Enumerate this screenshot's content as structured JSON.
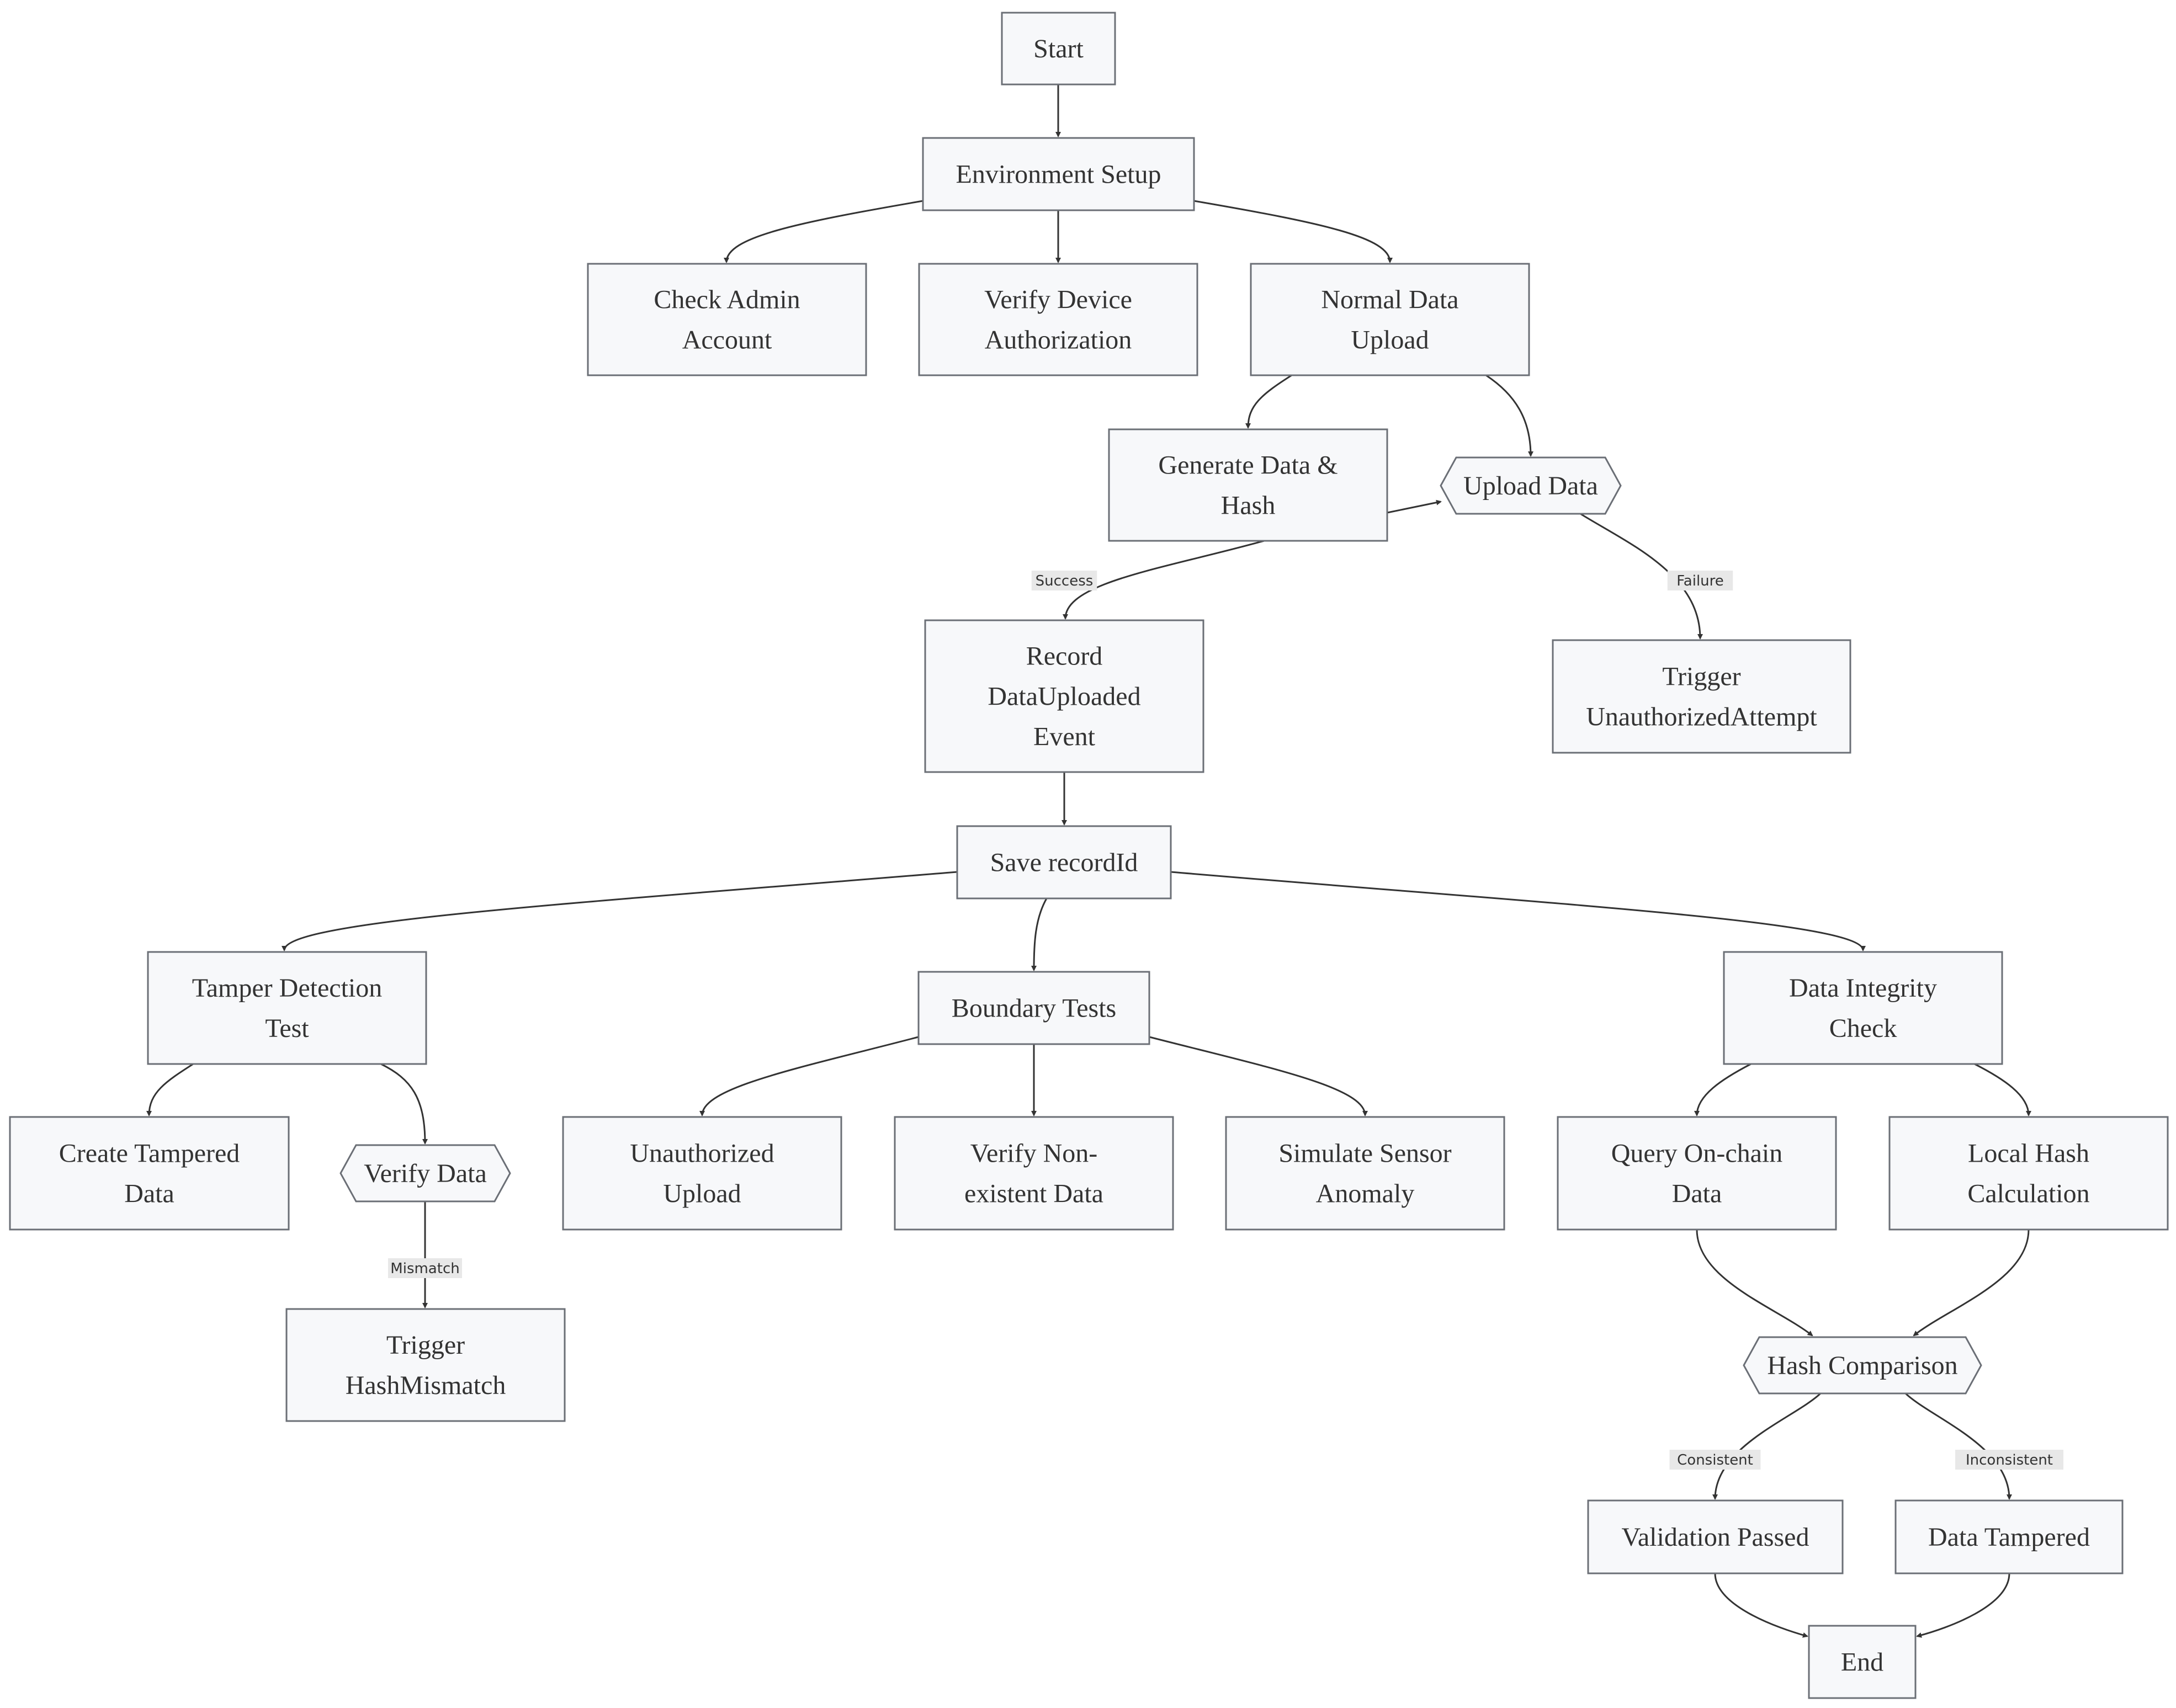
{
  "diagram": {
    "type": "flowchart",
    "nodes": [
      {
        "id": "start",
        "shape": "rect",
        "lines": [
          "Start"
        ]
      },
      {
        "id": "env",
        "shape": "rect",
        "lines": [
          "Environment Setup"
        ]
      },
      {
        "id": "admin",
        "shape": "rect",
        "lines": [
          "Check Admin",
          "Account"
        ]
      },
      {
        "id": "verify_dev",
        "shape": "rect",
        "lines": [
          "Verify Device",
          "Authorization"
        ]
      },
      {
        "id": "normal",
        "shape": "rect",
        "lines": [
          "Normal Data",
          "Upload"
        ]
      },
      {
        "id": "gen",
        "shape": "rect",
        "lines": [
          "Generate Data &",
          "Hash"
        ]
      },
      {
        "id": "upload",
        "shape": "hexagon",
        "lines": [
          "Upload Data"
        ]
      },
      {
        "id": "record",
        "shape": "rect",
        "lines": [
          "Record",
          "DataUploaded",
          "Event"
        ]
      },
      {
        "id": "unauth_attempt",
        "shape": "rect",
        "lines": [
          "Trigger",
          "UnauthorizedAttempt"
        ]
      },
      {
        "id": "save",
        "shape": "rect",
        "lines": [
          "Save recordId"
        ]
      },
      {
        "id": "tamper",
        "shape": "rect",
        "lines": [
          "Tamper Detection",
          "Test"
        ]
      },
      {
        "id": "boundary",
        "shape": "rect",
        "lines": [
          "Boundary Tests"
        ]
      },
      {
        "id": "integrity",
        "shape": "rect",
        "lines": [
          "Data Integrity",
          "Check"
        ]
      },
      {
        "id": "create_tamp",
        "shape": "rect",
        "lines": [
          "Create Tampered",
          "Data"
        ]
      },
      {
        "id": "verify_data",
        "shape": "hexagon",
        "lines": [
          "Verify Data"
        ]
      },
      {
        "id": "hash_mismatch",
        "shape": "rect",
        "lines": [
          "Trigger",
          "HashMismatch"
        ]
      },
      {
        "id": "unauth_upload",
        "shape": "rect",
        "lines": [
          "Unauthorized",
          "Upload"
        ]
      },
      {
        "id": "verify_non",
        "shape": "rect",
        "lines": [
          "Verify Non-",
          "existent Data"
        ]
      },
      {
        "id": "simulate",
        "shape": "rect",
        "lines": [
          "Simulate Sensor",
          "Anomaly"
        ]
      },
      {
        "id": "query",
        "shape": "rect",
        "lines": [
          "Query On-chain",
          "Data"
        ]
      },
      {
        "id": "local_hash",
        "shape": "rect",
        "lines": [
          "Local Hash",
          "Calculation"
        ]
      },
      {
        "id": "hash_cmp",
        "shape": "hexagon",
        "lines": [
          "Hash Comparison"
        ]
      },
      {
        "id": "passed",
        "shape": "rect",
        "lines": [
          "Validation Passed"
        ]
      },
      {
        "id": "tampered",
        "shape": "rect",
        "lines": [
          "Data Tampered"
        ]
      },
      {
        "id": "end",
        "shape": "rect",
        "lines": [
          "End"
        ]
      }
    ],
    "edges": [
      {
        "from": "start",
        "to": "env",
        "label": ""
      },
      {
        "from": "env",
        "to": "admin",
        "label": ""
      },
      {
        "from": "env",
        "to": "verify_dev",
        "label": ""
      },
      {
        "from": "env",
        "to": "normal",
        "label": ""
      },
      {
        "from": "normal",
        "to": "gen",
        "label": ""
      },
      {
        "from": "normal",
        "to": "upload",
        "label": ""
      },
      {
        "from": "gen",
        "to": "upload",
        "label": ""
      },
      {
        "from": "upload",
        "to": "record",
        "label": "Success"
      },
      {
        "from": "upload",
        "to": "unauth_attempt",
        "label": "Failure"
      },
      {
        "from": "record",
        "to": "save",
        "label": ""
      },
      {
        "from": "save",
        "to": "tamper",
        "label": ""
      },
      {
        "from": "save",
        "to": "boundary",
        "label": ""
      },
      {
        "from": "save",
        "to": "integrity",
        "label": ""
      },
      {
        "from": "tamper",
        "to": "create_tamp",
        "label": ""
      },
      {
        "from": "tamper",
        "to": "verify_data",
        "label": ""
      },
      {
        "from": "verify_data",
        "to": "hash_mismatch",
        "label": "Mismatch"
      },
      {
        "from": "boundary",
        "to": "unauth_upload",
        "label": ""
      },
      {
        "from": "boundary",
        "to": "verify_non",
        "label": ""
      },
      {
        "from": "boundary",
        "to": "simulate",
        "label": ""
      },
      {
        "from": "integrity",
        "to": "query",
        "label": ""
      },
      {
        "from": "integrity",
        "to": "local_hash",
        "label": ""
      },
      {
        "from": "query",
        "to": "hash_cmp",
        "label": ""
      },
      {
        "from": "local_hash",
        "to": "hash_cmp",
        "label": ""
      },
      {
        "from": "hash_cmp",
        "to": "passed",
        "label": "Consistent"
      },
      {
        "from": "hash_cmp",
        "to": "tampered",
        "label": "Inconsistent"
      },
      {
        "from": "passed",
        "to": "end",
        "label": ""
      },
      {
        "from": "tampered",
        "to": "end",
        "label": ""
      }
    ]
  }
}
